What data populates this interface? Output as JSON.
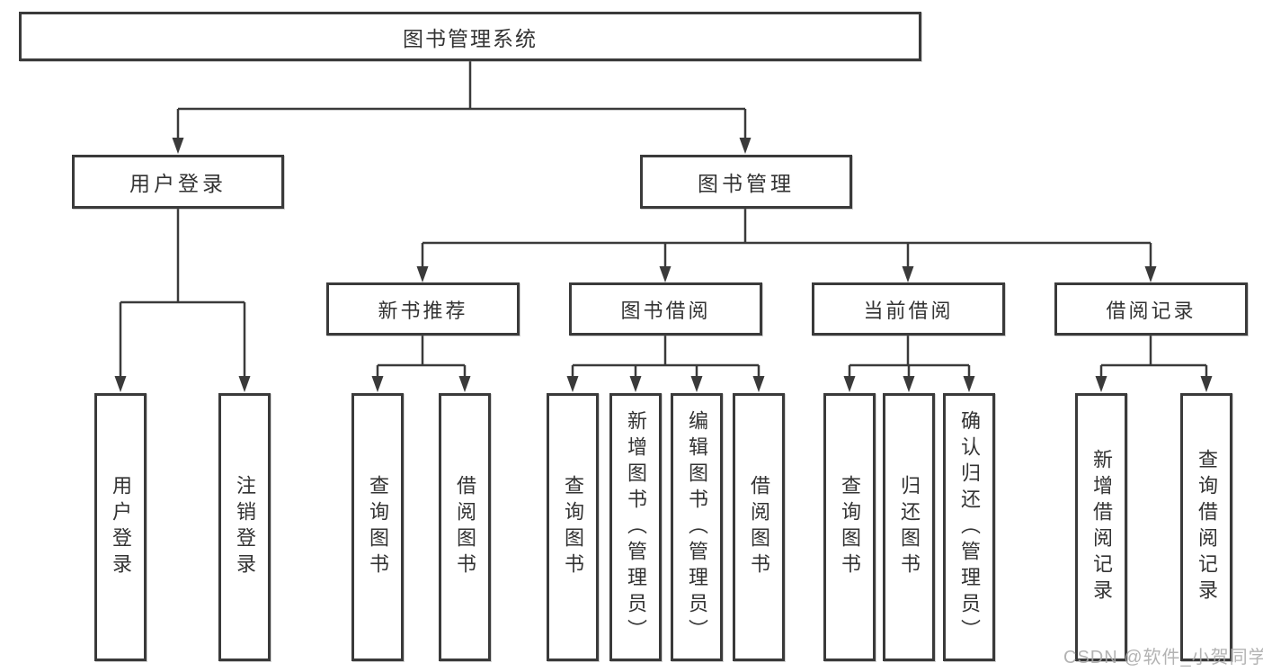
{
  "diagram": {
    "type": "tree",
    "colors": {
      "line": "#3a3a3a",
      "border": "#3a3a3a",
      "text": "#333333",
      "background": "#ffffff",
      "watermark": "#a8a8a8"
    }
  },
  "tree": {
    "label": "图书管理系统",
    "children": [
      {
        "label": "用户登录",
        "children": [
          {
            "label": "用户登录"
          },
          {
            "label": "注销登录"
          }
        ]
      },
      {
        "label": "图书管理",
        "children": [
          {
            "label": "新书推荐",
            "children": [
              {
                "label": "查询图书"
              },
              {
                "label": "借阅图书"
              }
            ]
          },
          {
            "label": "图书借阅",
            "children": [
              {
                "label": "查询图书"
              },
              {
                "label": "新增图书（管理员）"
              },
              {
                "label": "编辑图书（管理员）"
              },
              {
                "label": "借阅图书"
              }
            ]
          },
          {
            "label": "当前借阅",
            "children": [
              {
                "label": "查询图书"
              },
              {
                "label": "归还图书"
              },
              {
                "label": "确认归还（管理员）"
              }
            ]
          },
          {
            "label": "借阅记录",
            "children": [
              {
                "label": "新增借阅记录"
              },
              {
                "label": "查询借阅记录"
              }
            ]
          }
        ]
      }
    ]
  },
  "watermark": {
    "text": "CSDN @软件_小贺同学"
  }
}
